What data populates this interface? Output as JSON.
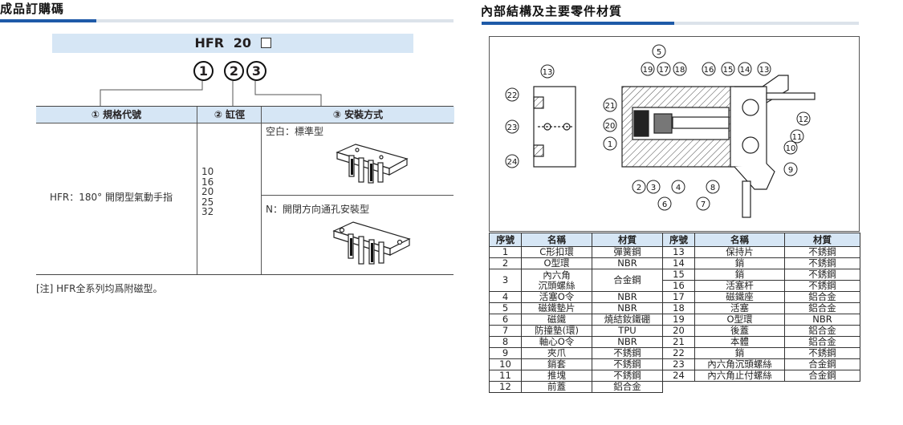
{
  "left": {
    "title": "成品訂購碼",
    "code": {
      "prefix": "HFR",
      "size": "20",
      "markers": [
        "1",
        "2",
        "3"
      ]
    },
    "headers": [
      "① 規格代號",
      "② 缸徑",
      "③ 安裝方式"
    ],
    "spec_text": "HFR：180° 開閉型氣動手指",
    "bores": [
      "10",
      "16",
      "20",
      "25",
      "32"
    ],
    "mount_options": [
      "空白：標準型",
      "N：開閉方向通孔安裝型"
    ],
    "note": "[注] HFR全系列均爲附磁型。"
  },
  "right": {
    "title": "內部結構及主要零件材質",
    "callouts": [
      "1",
      "2",
      "3",
      "4",
      "5",
      "6",
      "7",
      "8",
      "9",
      "10",
      "11",
      "12",
      "13",
      "14",
      "15",
      "16",
      "17",
      "18",
      "19",
      "20",
      "21",
      "22",
      "23",
      "24"
    ],
    "table_headers": [
      "序號",
      "名稱",
      "材質",
      "序號",
      "名稱",
      "材質"
    ],
    "rows": [
      [
        "1",
        "C形扣環",
        "彈簧鋼",
        "13",
        "保持片",
        "不銹鋼"
      ],
      [
        "2",
        "O型環",
        "NBR",
        "14",
        "銷",
        "不銹鋼"
      ],
      [
        "3",
        "內六角沉頭螺絲",
        "合金鋼",
        "15",
        "銷",
        "不銹鋼"
      ],
      [
        "",
        "",
        "",
        "16",
        "活塞杆",
        "不銹鋼"
      ],
      [
        "4",
        "活塞O令",
        "NBR",
        "17",
        "磁鐵座",
        "鋁合金"
      ],
      [
        "5",
        "磁鐵墊片",
        "NBR",
        "18",
        "活塞",
        "鋁合金"
      ],
      [
        "6",
        "磁鐵",
        "燒結釹鐵硼",
        "19",
        "O型環",
        "NBR"
      ],
      [
        "7",
        "防撞墊(環)",
        "TPU",
        "20",
        "後蓋",
        "鋁合金"
      ],
      [
        "8",
        "軸心O令",
        "NBR",
        "21",
        "本體",
        "鋁合金"
      ],
      [
        "9",
        "夾爪",
        "不銹鋼",
        "22",
        "銷",
        "不銹鋼"
      ],
      [
        "10",
        "銷套",
        "不銹鋼",
        "23",
        "內六角沉頭螺絲",
        "合金鋼"
      ],
      [
        "11",
        "推塊",
        "不銹鋼",
        "24",
        "內六角止付螺絲",
        "合金鋼"
      ],
      [
        "12",
        "前蓋",
        "鋁合金",
        "",
        "",
        ""
      ]
    ],
    "row3_name_lines": [
      "內六角",
      "沉頭螺絲"
    ]
  }
}
